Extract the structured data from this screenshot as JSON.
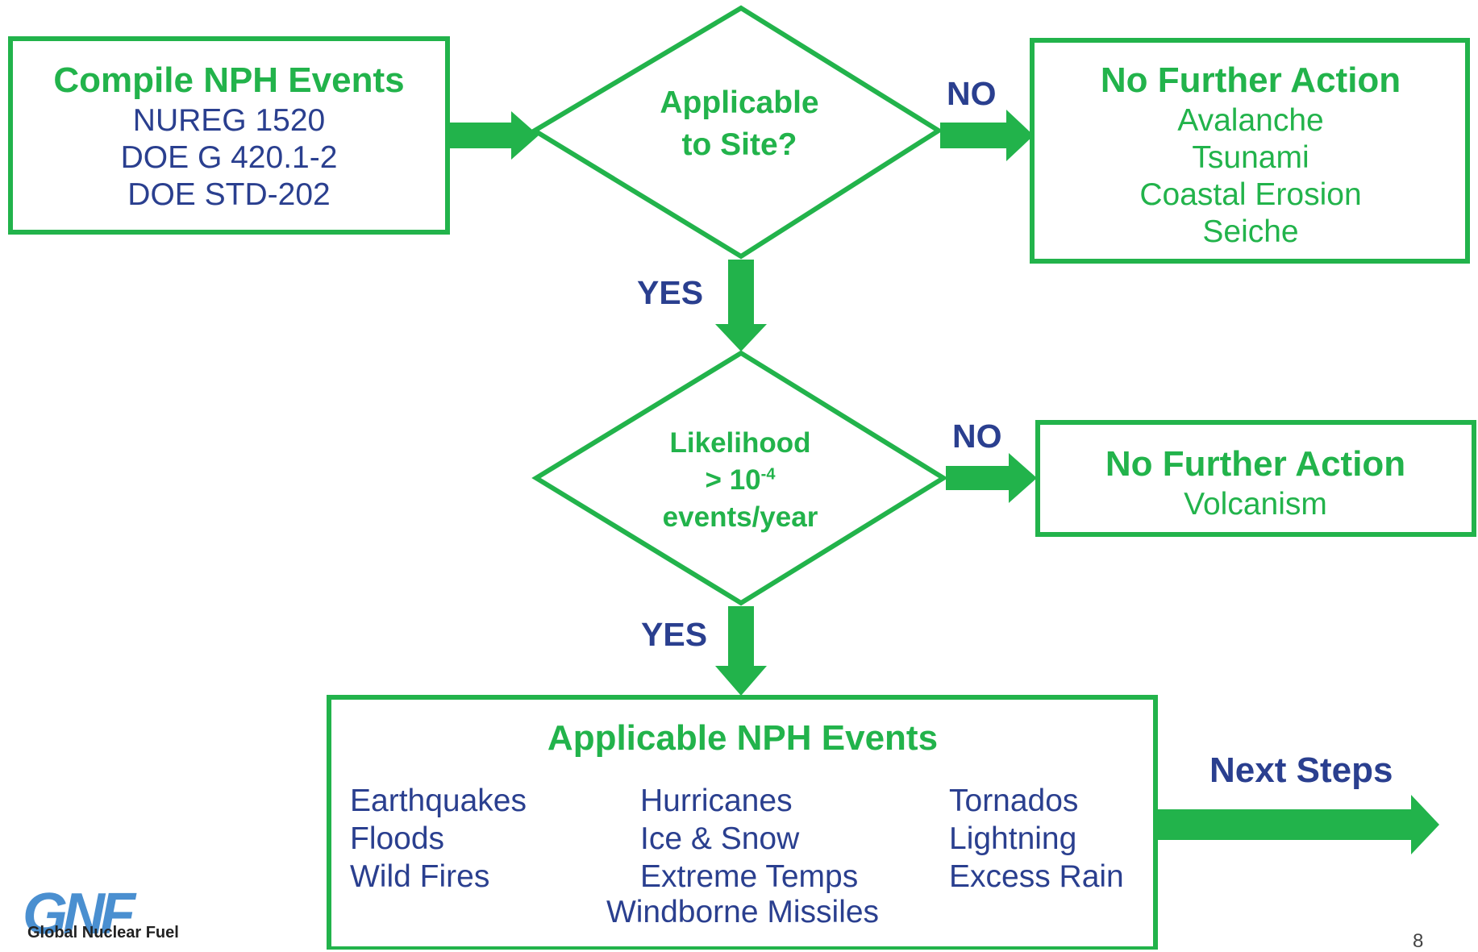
{
  "compile_box": {
    "title": "Compile NPH Events",
    "lines": [
      "NUREG 1520",
      "DOE G 420.1-2",
      "DOE STD-202"
    ]
  },
  "decision1": {
    "line1": "Applicable",
    "line2": "to Site?"
  },
  "decision2": {
    "line1": "Likelihood",
    "line2_prefix": "> 10",
    "line2_exp": "-4",
    "line3": "events/year"
  },
  "labels": {
    "no1": "NO",
    "no2": "NO",
    "yes1": "YES",
    "yes2": "YES",
    "next_steps": "Next Steps"
  },
  "no_action_1": {
    "title": "No Further Action",
    "items": [
      "Avalanche",
      "Tsunami",
      "Coastal Erosion",
      "Seiche"
    ]
  },
  "no_action_2": {
    "title": "No Further Action",
    "items": [
      "Volcanism"
    ]
  },
  "applicable_box": {
    "title": "Applicable NPH Events",
    "col1": [
      "Earthquakes",
      "Floods",
      "Wild Fires"
    ],
    "col2": [
      "Hurricanes",
      "Ice & Snow",
      "Extreme Temps"
    ],
    "col3": [
      "Tornados",
      "Lightning",
      "Excess Rain"
    ],
    "bottom": "Windborne Missiles"
  },
  "logo": {
    "mark": "GNF",
    "text": "Global Nuclear Fuel"
  },
  "page_number": "8",
  "colors": {
    "green": "#22b34b",
    "blue": "#2a3f8f"
  }
}
